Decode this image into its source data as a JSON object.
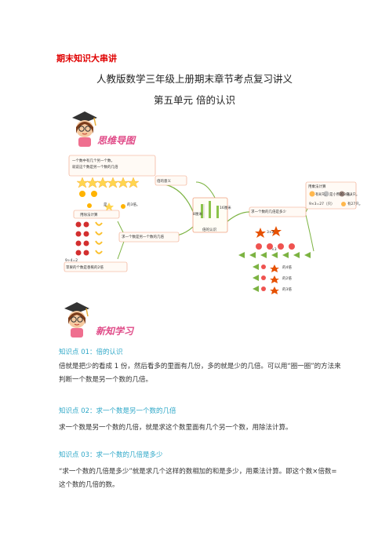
{
  "header": {
    "series_title": "期末知识大串讲",
    "main_title": "人教版数学三年级上册期末章节考点复习讲义",
    "sub_title": "第五单元  倍的认识"
  },
  "mindmap": {
    "banner": "思维导图",
    "center": "倍的认识",
    "branch_meaning": "倍的意义",
    "branch_find_multiple": "求一个数是另一个数的几倍",
    "branch_find_times": "求一个数的几倍是多少",
    "meaning_line1": "一个数中有几个另一个数，",
    "meaning_line2": "就说这个数是另一个数的几倍",
    "meaning_note": "是",
    "meaning_note2": "的3倍。",
    "division_label": "用除法计算",
    "division_expr": "9÷4=2",
    "division_note": "苹果的个数是香蕉的2倍",
    "multiplication_label": "用乘法计算",
    "mult_line1a": "有8只，",
    "mult_line1b": "是小熊的3倍，",
    "mult_line1c": "有8只。",
    "mult_expr": "9×3=27（只）",
    "mult_result": "有27只。",
    "bar_label_a": "8厘米",
    "bar_label_b": "16厘米",
    "fig_label_1": "的4倍",
    "fig_label_2": "的2倍",
    "fig_label_3": "的3倍",
    "fig_small_1": "3×2",
    "fig_small_2": "×3"
  },
  "new_knowledge": {
    "banner": "新知学习",
    "points": [
      {
        "title": "知识点 01：倍的认识",
        "text": "倍就是把少的看成 1 份，然后看多的里面有几份，多的就是少的几倍。可以用“圈一圈”的方法来判断一个数是另一个数的几倍。"
      },
      {
        "title": "知识点 02：求一个数是另一个数的几倍",
        "text": "求一个数是另一个数的几倍，就是求这个数里面有几个另一个数，用除法计算。"
      },
      {
        "title": "知识点 03：求一个数的几倍是多少",
        "text": "“求一个数的几倍是多少”就是求几个这样的数相加的和是多少，用乘法计算。即这个数×倍数=这个数的几倍的数。"
      }
    ]
  },
  "colors": {
    "red_title": "#e00000",
    "teal_heading": "#2fa8c8",
    "banner_pink": "#e04b88",
    "branch_green": "#7cb342"
  }
}
